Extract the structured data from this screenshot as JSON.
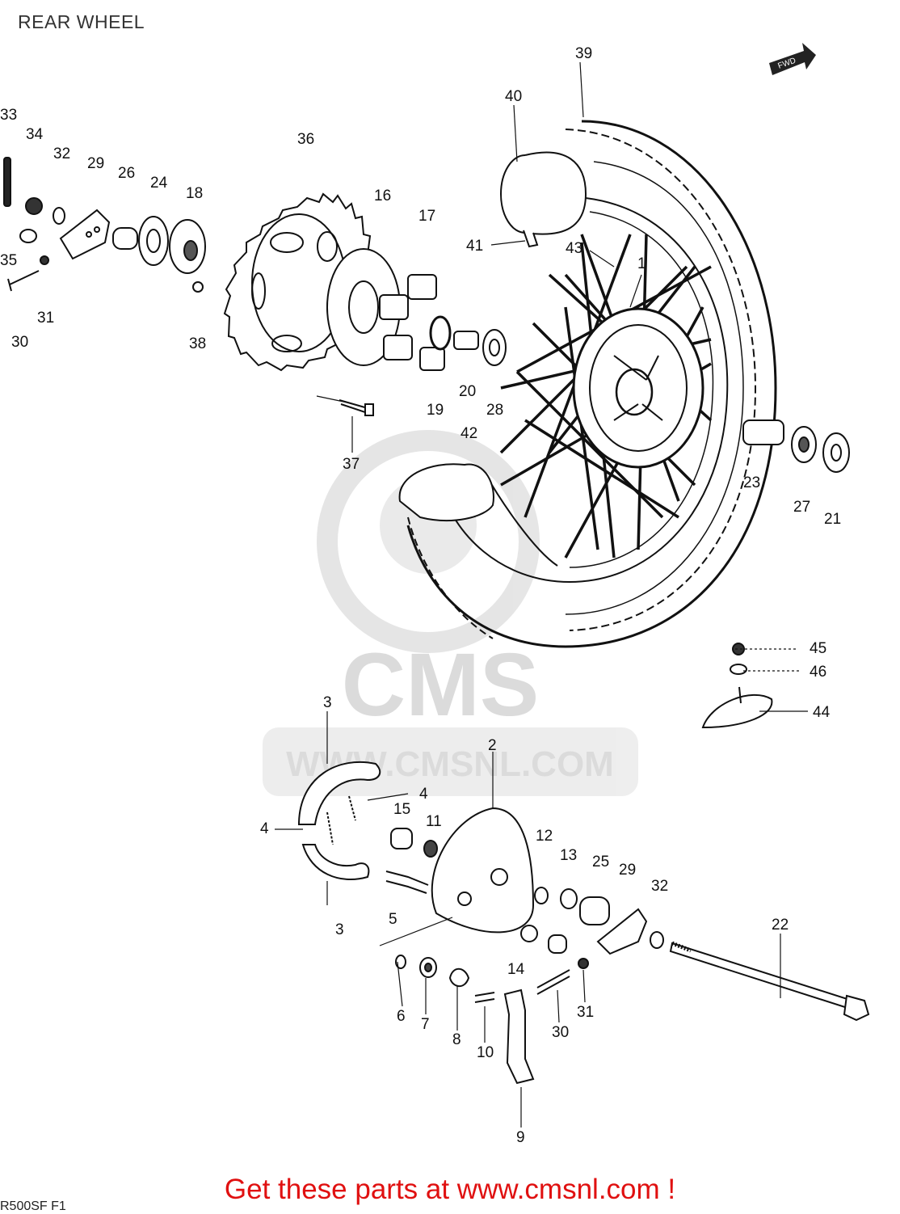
{
  "title": "REAR WHEEL",
  "watermark": {
    "brand": "CMS",
    "url": "WWW.CMSNL.COM"
  },
  "banner": "Get these parts at www.cmsnl.com !",
  "diagram_code": "R500SF F1",
  "direction_arrow_text": "FWD",
  "callouts": [
    {
      "id": "c39",
      "text": "39"
    },
    {
      "id": "c40",
      "text": "40"
    },
    {
      "id": "c33",
      "text": "33"
    },
    {
      "id": "c34",
      "text": "34"
    },
    {
      "id": "c32a",
      "text": "32"
    },
    {
      "id": "c29a",
      "text": "29"
    },
    {
      "id": "c26",
      "text": "26"
    },
    {
      "id": "c24",
      "text": "24"
    },
    {
      "id": "c18",
      "text": "18"
    },
    {
      "id": "c36",
      "text": "36"
    },
    {
      "id": "c16",
      "text": "16"
    },
    {
      "id": "c17",
      "text": "17"
    },
    {
      "id": "c35",
      "text": "35"
    },
    {
      "id": "c31a",
      "text": "31"
    },
    {
      "id": "c30a",
      "text": "30"
    },
    {
      "id": "c38",
      "text": "38"
    },
    {
      "id": "c41",
      "text": "41"
    },
    {
      "id": "c43",
      "text": "43"
    },
    {
      "id": "c1",
      "text": "1"
    },
    {
      "id": "c20",
      "text": "20"
    },
    {
      "id": "c19",
      "text": "19"
    },
    {
      "id": "c28",
      "text": "28"
    },
    {
      "id": "c37",
      "text": "37"
    },
    {
      "id": "c42",
      "text": "42"
    },
    {
      "id": "c23",
      "text": "23"
    },
    {
      "id": "c27",
      "text": "27"
    },
    {
      "id": "c21",
      "text": "21"
    },
    {
      "id": "c45",
      "text": "45"
    },
    {
      "id": "c46",
      "text": "46"
    },
    {
      "id": "c44",
      "text": "44"
    },
    {
      "id": "c3a",
      "text": "3"
    },
    {
      "id": "c2",
      "text": "2"
    },
    {
      "id": "c4a",
      "text": "4"
    },
    {
      "id": "c4b",
      "text": "4"
    },
    {
      "id": "c15",
      "text": "15"
    },
    {
      "id": "c11",
      "text": "11"
    },
    {
      "id": "c12",
      "text": "12"
    },
    {
      "id": "c13",
      "text": "13"
    },
    {
      "id": "c25",
      "text": "25"
    },
    {
      "id": "c29b",
      "text": "29"
    },
    {
      "id": "c32b",
      "text": "32"
    },
    {
      "id": "c22",
      "text": "22"
    },
    {
      "id": "c3b",
      "text": "3"
    },
    {
      "id": "c5",
      "text": "5"
    },
    {
      "id": "c14",
      "text": "14"
    },
    {
      "id": "c6",
      "text": "6"
    },
    {
      "id": "c7",
      "text": "7"
    },
    {
      "id": "c8",
      "text": "8"
    },
    {
      "id": "c10",
      "text": "10"
    },
    {
      "id": "c30b",
      "text": "30"
    },
    {
      "id": "c31b",
      "text": "31"
    },
    {
      "id": "c9",
      "text": "9"
    }
  ]
}
